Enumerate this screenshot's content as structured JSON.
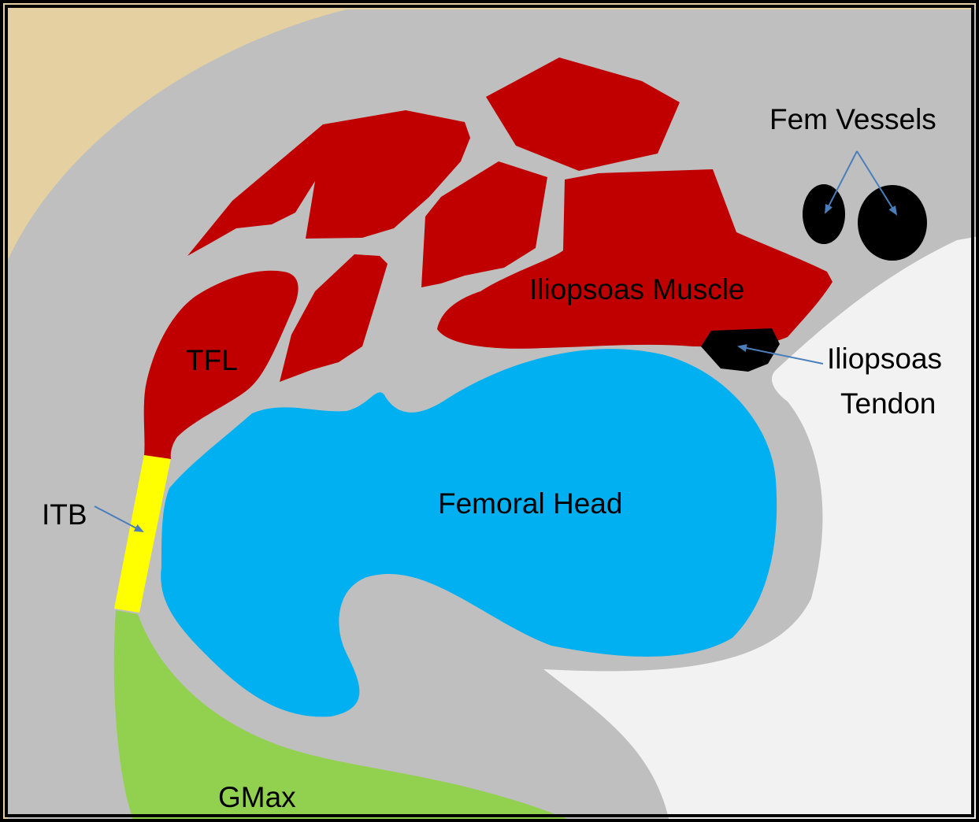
{
  "labels": {
    "fem_vessels": "Fem Vessels",
    "iliopsoas_muscle": "Iliopsoas Muscle",
    "iliopsoas_tendon_line1": "Iliopsoas",
    "iliopsoas_tendon_line2": "Tendon",
    "tfl": "TFL",
    "itb": "ITB",
    "femoral_head": "Femoral Head",
    "gmax": "GMax"
  },
  "colors": {
    "background": "#e9d6a8",
    "soft_tissue": "#bfbfbf",
    "muscle": "#c00000",
    "femoral_head": "#00b0f0",
    "bone": "#f2f2f2",
    "itb": "#ffff00",
    "gmax": "#92d050",
    "vessels_tendon": "#000000",
    "arrow": "#4a7ebb"
  }
}
